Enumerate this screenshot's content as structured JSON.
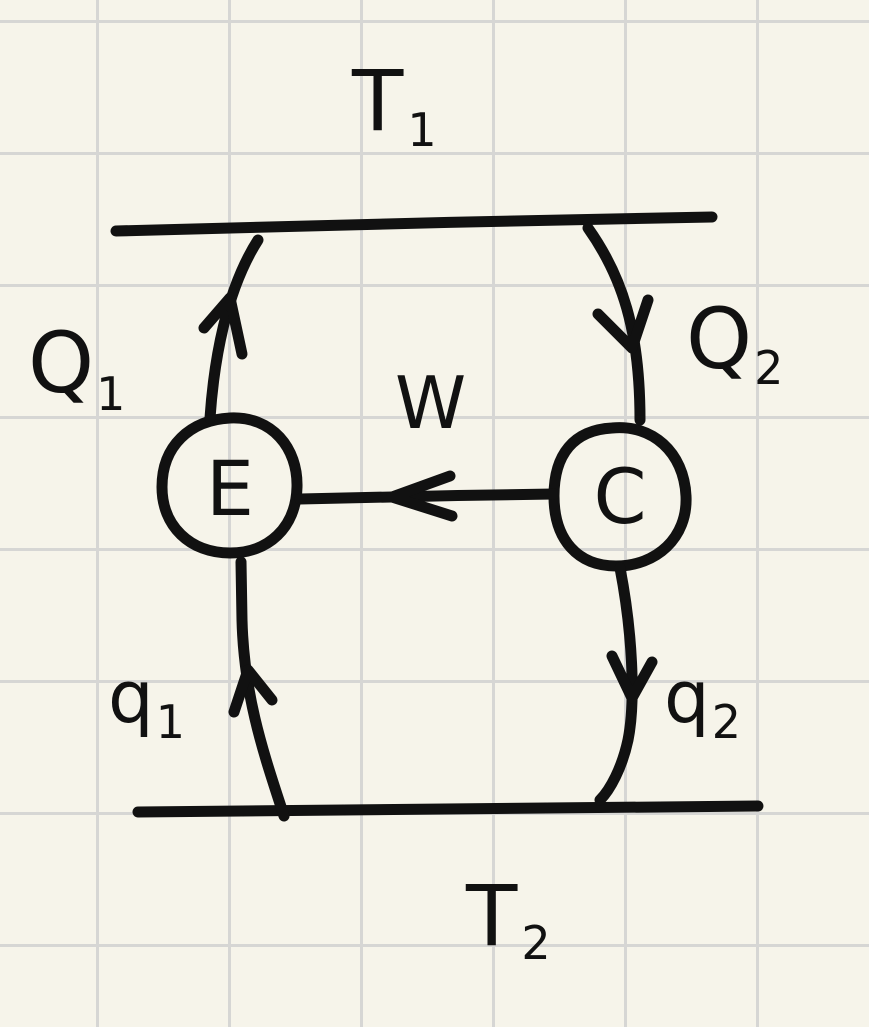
{
  "diagram": {
    "reservoirs": {
      "hot": {
        "label": "T",
        "subscript": "1"
      },
      "cold": {
        "label": "T",
        "subscript": "2"
      }
    },
    "nodes": {
      "engine": {
        "label": "E"
      },
      "cooler": {
        "label": "C"
      }
    },
    "flows": {
      "Q1": {
        "label": "Q",
        "subscript": "1"
      },
      "Q2": {
        "label": "Q",
        "subscript": "2"
      },
      "q1": {
        "label": "q",
        "subscript": "1"
      },
      "q2": {
        "label": "q",
        "subscript": "2"
      },
      "work": {
        "label": "W"
      }
    }
  }
}
